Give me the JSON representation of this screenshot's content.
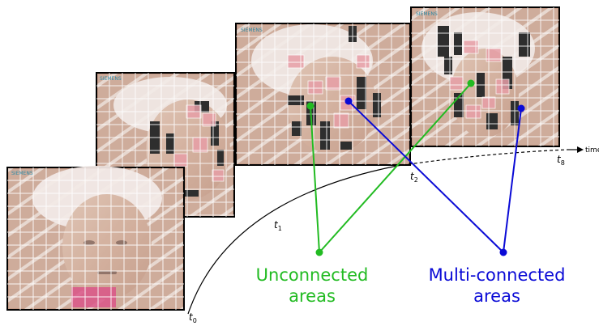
{
  "frames": [
    {
      "id": "frame-t0",
      "watermark": "SIEMENS"
    },
    {
      "id": "frame-t1",
      "watermark": "SIEMENS"
    },
    {
      "id": "frame-t2",
      "watermark": "SIEMENS"
    },
    {
      "id": "frame-t8",
      "watermark": "SIEMENS"
    }
  ],
  "timeline": {
    "axis_label": "time",
    "ticks": [
      {
        "main": "t",
        "sub": "0"
      },
      {
        "main": "t",
        "sub": "1"
      },
      {
        "main": "t",
        "sub": "2"
      },
      {
        "main": "t",
        "sub": "8"
      }
    ]
  },
  "annotations": {
    "unconnected": {
      "line1": "Unconnected",
      "line2": "areas",
      "color": "#22bb22"
    },
    "multi_connected": {
      "line1": "Multi-connected",
      "line2": "areas",
      "color": "#0a0ad6"
    }
  }
}
